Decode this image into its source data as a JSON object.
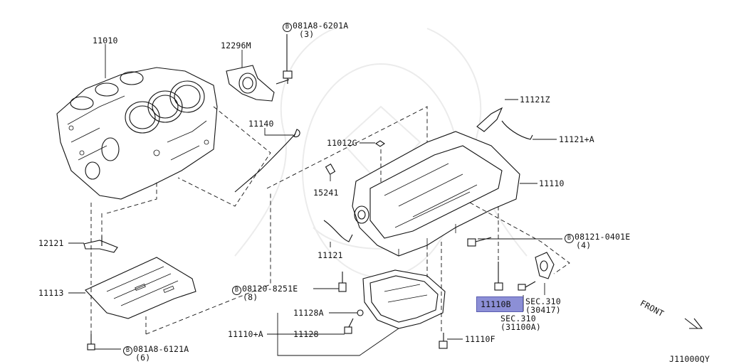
{
  "parts": {
    "p11010": "11010",
    "p12296M": "12296M",
    "p081A8_6201A": "081A8-6201A",
    "p081A8_6201A_qty": "(3)",
    "p11140": "11140",
    "p11012G": "11012G",
    "p15241": "15241",
    "p11121Z": "11121Z",
    "p11121A": "11121+A",
    "p11110": "11110",
    "p08121_0401E": "08121-0401E",
    "p08121_0401E_qty": "(4)",
    "p12121": "12121",
    "p11121": "11121",
    "p11113": "11113",
    "p08120_8251E": "08120-8251E",
    "p08120_8251E_qty": "(8)",
    "p11128A": "11128A",
    "p11110A": "11110+A",
    "p11128": "11128",
    "p11110F": "11110F",
    "p081A8_6121A": "081A8-6121A",
    "p081A8_6121A_qty": "(6)",
    "p11110B": "11110B",
    "sec310_a": "SEC.310",
    "sec310_a_ref": "(30417)",
    "sec310_b": "SEC.310",
    "sec310_b_ref": "(31100A)"
  },
  "bolt_symbol": "B",
  "front_label": "FRONT",
  "diagram_code": "J11000QY",
  "colors": {
    "highlight": "#8c8fd6",
    "ink": "#111111"
  }
}
